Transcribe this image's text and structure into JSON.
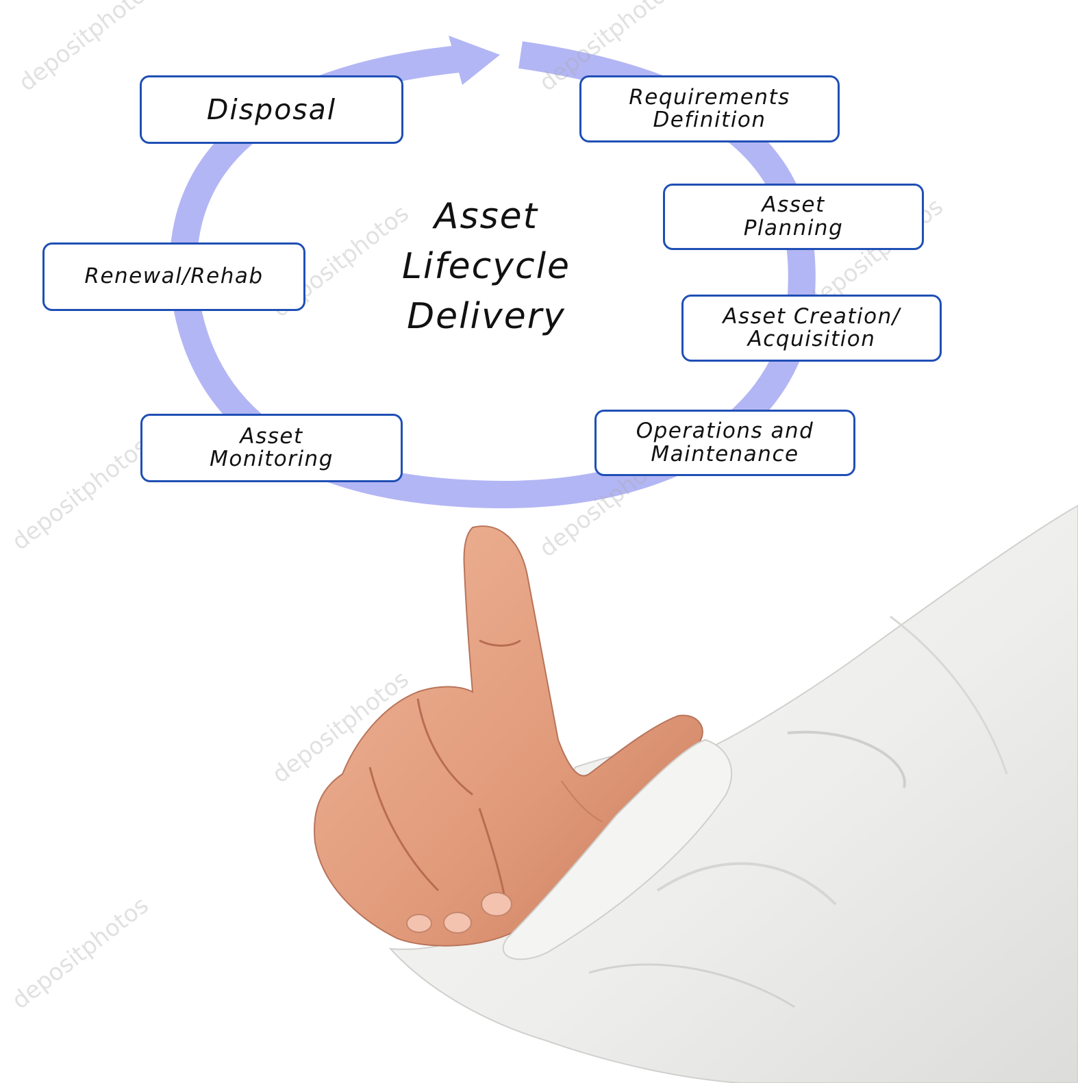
{
  "colors": {
    "cycle_arrow": "#b3b6f4",
    "box_border": "#1f4fb5",
    "text": "#111111",
    "shirt": "#f1f1ef",
    "skin": "#e7a487"
  },
  "diagram": {
    "center_title": [
      "Asset",
      "Lifecycle",
      "Delivery"
    ],
    "steps": [
      {
        "lines": [
          "Requirements",
          "Definition"
        ]
      },
      {
        "lines": [
          "Asset",
          "Planning"
        ]
      },
      {
        "lines": [
          "Asset Creation/",
          "Acquisition"
        ]
      },
      {
        "lines": [
          "Operations and",
          "Maintenance"
        ]
      },
      {
        "lines": [
          "Asset",
          "Monitoring"
        ]
      },
      {
        "lines": [
          "Renewal/Rehab"
        ]
      },
      {
        "lines": [
          "Disposal"
        ]
      }
    ]
  },
  "photo": {
    "subject": "hand-pointing-up-icon"
  },
  "watermark": {
    "text": "depositphotos"
  }
}
